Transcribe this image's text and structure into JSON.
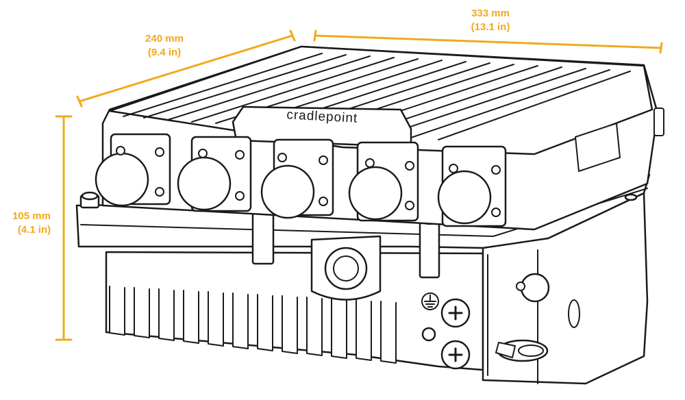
{
  "colors": {
    "accent": "#F2A81D",
    "outline": "#1a1a1a",
    "fill": "#ffffff"
  },
  "dimensions": {
    "length": {
      "label": "333 mm",
      "sub": "(13.1 in)"
    },
    "width": {
      "label": "240 mm",
      "sub": "(9.4 in)"
    },
    "height": {
      "label": "105 mm",
      "sub": "(4.1 in)"
    }
  },
  "device": {
    "brand": "cradlepoint",
    "connector_count": 5,
    "icons": [
      "ground-icon",
      "fin-heatsink",
      "pressure-vent-icon"
    ]
  }
}
